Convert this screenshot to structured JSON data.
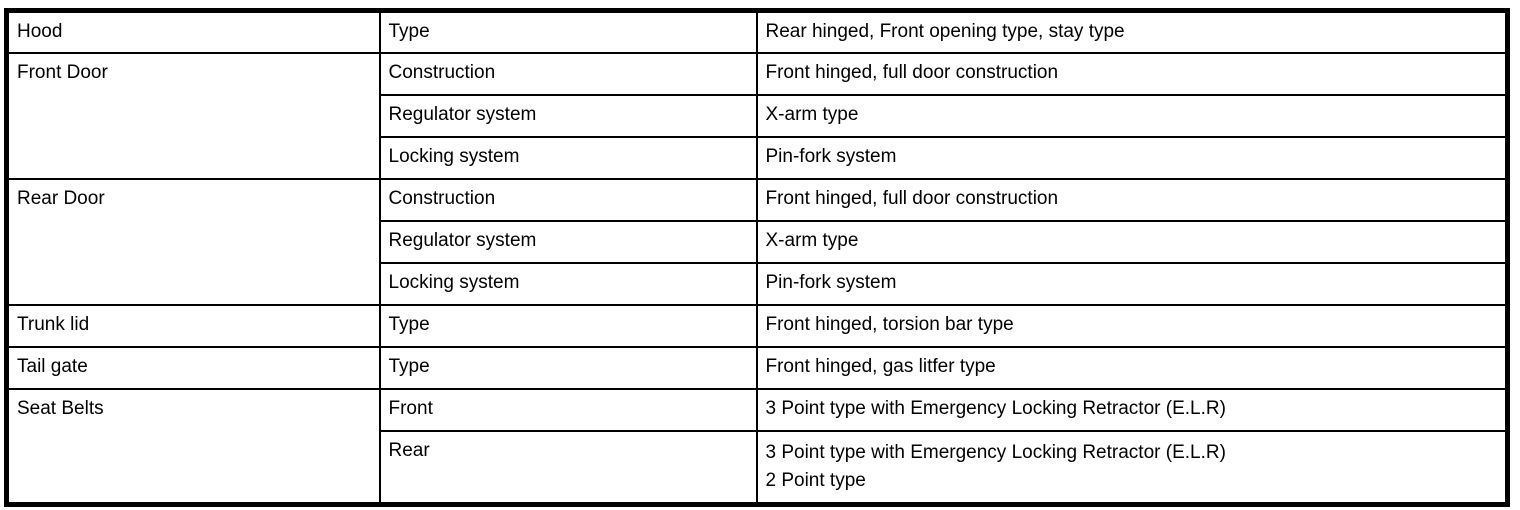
{
  "page": {
    "background": "#ffffff",
    "text_color": "#000000",
    "border_color": "#000000"
  },
  "spec_table": {
    "groups": [
      {
        "component": "Hood",
        "items": [
          {
            "label": "Type",
            "value": "Rear hinged, Front opening type, stay type"
          }
        ]
      },
      {
        "component": "Front Door",
        "items": [
          {
            "label": "Construction",
            "value": "Front hinged, full door construction"
          },
          {
            "label": "Regulator system",
            "value": "X-arm type"
          },
          {
            "label": "Locking system",
            "value": "Pin-fork system"
          }
        ]
      },
      {
        "component": "Rear Door",
        "items": [
          {
            "label": "Construction",
            "value": "Front hinged, full door construction"
          },
          {
            "label": "Regulator system",
            "value": "X-arm type"
          },
          {
            "label": "Locking system",
            "value": "Pin-fork system"
          }
        ]
      },
      {
        "component": "Trunk lid",
        "items": [
          {
            "label": "Type",
            "value": "Front hinged, torsion bar type"
          }
        ]
      },
      {
        "component": "Tail gate",
        "items": [
          {
            "label": "Type",
            "value": "Front hinged, gas litfer type"
          }
        ]
      },
      {
        "component": "Seat Belts",
        "items": [
          {
            "label": "Front",
            "value": "3 Point type with Emergency Locking Retractor (E.L.R)"
          },
          {
            "label": "Rear",
            "value_lines": [
              "3 Point type with Emergency Locking Retractor (E.L.R)",
              "2 Point type"
            ]
          }
        ]
      }
    ]
  }
}
